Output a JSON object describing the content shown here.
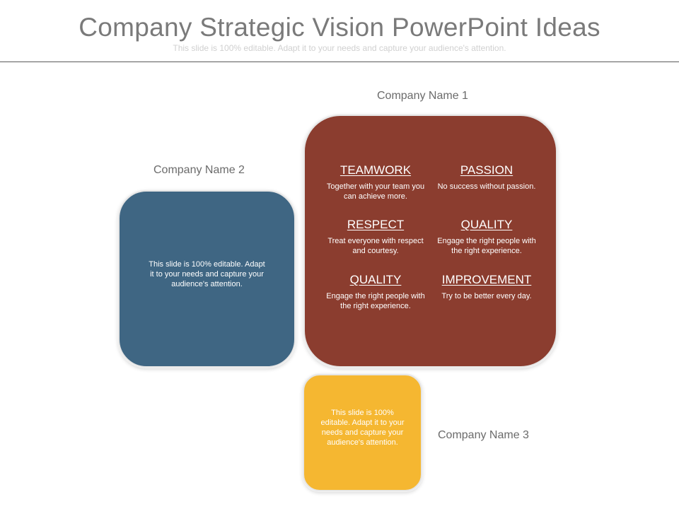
{
  "header": {
    "title": "Company Strategic Vision PowerPoint Ideas",
    "subtitle": "This slide is 100% editable. Adapt it to your needs and capture your audience's attention."
  },
  "companies": {
    "company1": "Company Name 1",
    "company2": "Company Name 2",
    "company3": "Company Name 3"
  },
  "blue_box": {
    "text": "This slide is 100% editable. Adapt it to your needs and capture your audience's attention.",
    "color": "#3f6683"
  },
  "yellow_box": {
    "text": "This slide is 100% editable. Adapt it to your needs and capture your audience's attention.",
    "color": "#f5b731"
  },
  "red_box": {
    "color": "#8b3d2f",
    "items": [
      {
        "heading": "TEAMWORK",
        "text": "Together with your team you can achieve more."
      },
      {
        "heading": "PASSION",
        "text": "No success without passion."
      },
      {
        "heading": "RESPECT",
        "text": "Treat everyone with respect and courtesy."
      },
      {
        "heading": "QUALITY",
        "text": "Engage the right people with the right experience."
      },
      {
        "heading": "QUALITY",
        "text": "Engage the right people with the right experience."
      },
      {
        "heading": "IMPROVEMENT",
        "text": "Try to be better every day."
      }
    ]
  }
}
